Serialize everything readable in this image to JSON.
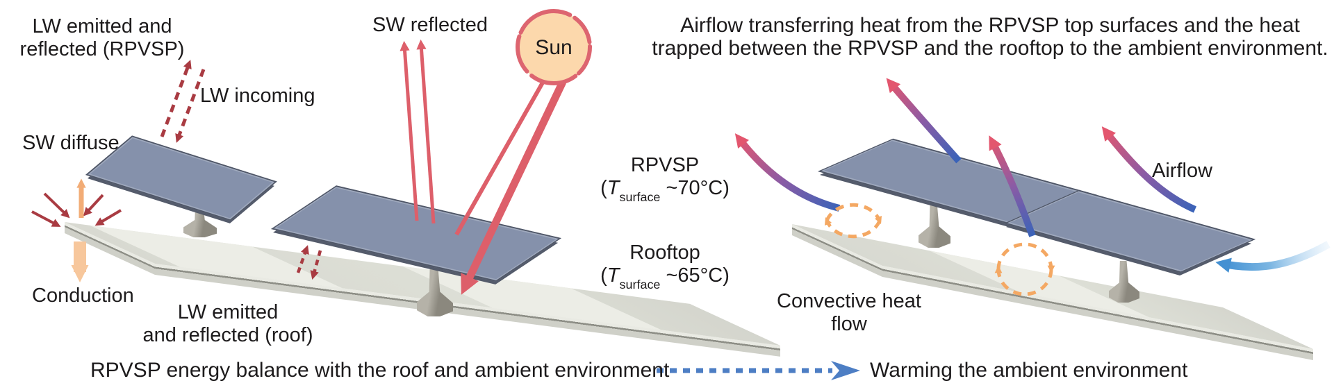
{
  "left": {
    "lw_rpvsp": {
      "line1": "LW emitted and",
      "line2": "reflected (RPVSP)"
    },
    "lw_incoming": "LW incoming",
    "sw_reflected": "SW reflected",
    "sun": "Sun",
    "sw_diffuse": "SW diffuse",
    "conduction": "Conduction",
    "lw_roof": {
      "line1": "LW emitted",
      "line2": "and reflected (roof)"
    },
    "caption": "RPVSP energy balance with the roof and ambient environment"
  },
  "right": {
    "title": {
      "line1": "Airflow transferring heat from the RPVSP top surfaces and the heat",
      "line2": "trapped between the RPVSP and the rooftop to the ambient environment."
    },
    "rpvsp_label": {
      "name": "RPVSP",
      "pre": "(",
      "t": "T",
      "sub": "surface",
      "post": " ~70°C)"
    },
    "rooftop_label": {
      "name": "Rooftop",
      "pre": "(",
      "t": "T",
      "sub": "surface",
      "post": " ~65°C)"
    },
    "convective": {
      "line1": "Convective heat",
      "line2": "flow"
    },
    "airflow": "Airflow",
    "warming": "Warming the ambient environment"
  },
  "colors": {
    "solid_red": "#dd5f6a",
    "dark_red": "#a93b42",
    "orange": "#f2a768",
    "peach": "#f7c79c",
    "sun_fill": "#fcd8ac",
    "sun_edge": "#dd6570",
    "panel_blue": "#8591ab",
    "roof_gray": "#dadbd3",
    "gradient_blue": "#3a63b8",
    "gradient_pink": "#e3566e",
    "airflow_blue": "#4490d2",
    "caption_arrow_blue": "#4d7ec4"
  }
}
